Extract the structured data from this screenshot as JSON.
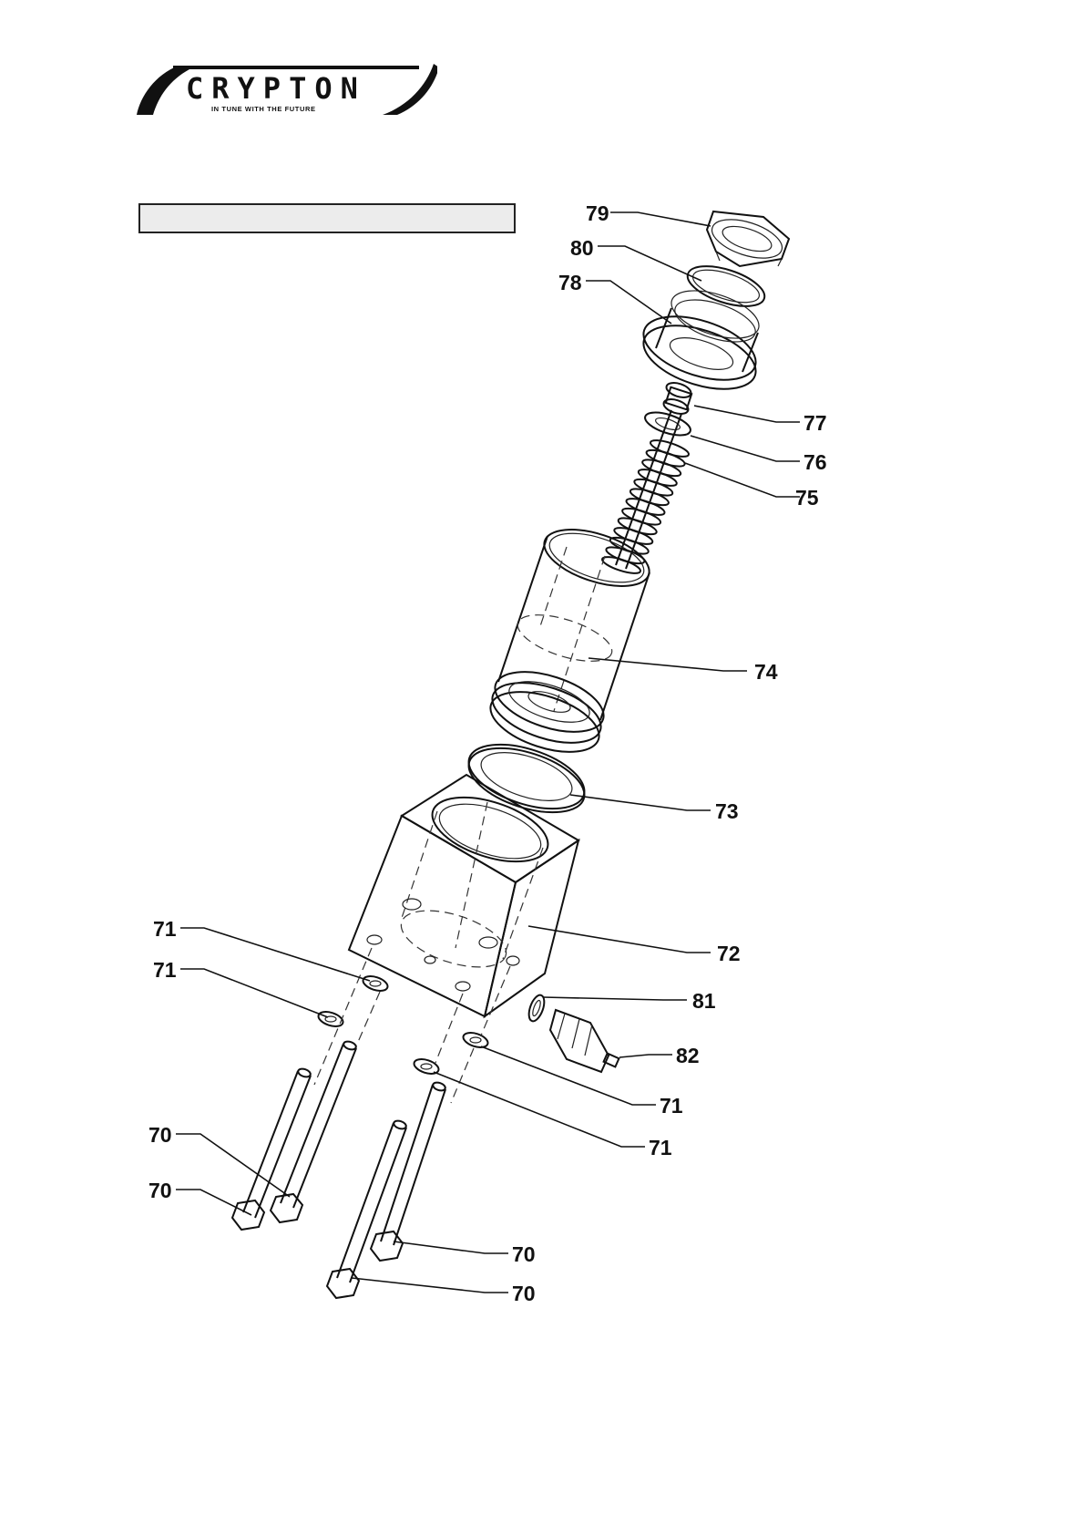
{
  "header": {
    "brand": "CRYPTON",
    "tagline": "IN TUNE WITH THE FUTURE",
    "title_box_text": ""
  },
  "callouts": [
    {
      "id": "c79",
      "label": "79"
    },
    {
      "id": "c80",
      "label": "80"
    },
    {
      "id": "c78",
      "label": "78"
    },
    {
      "id": "c77",
      "label": "77"
    },
    {
      "id": "c76",
      "label": "76"
    },
    {
      "id": "c75",
      "label": "75"
    },
    {
      "id": "c74",
      "label": "74"
    },
    {
      "id": "c73",
      "label": "73"
    },
    {
      "id": "c72",
      "label": "72"
    },
    {
      "id": "c81",
      "label": "81"
    },
    {
      "id": "c82",
      "label": "82"
    },
    {
      "id": "c71a",
      "label": "71"
    },
    {
      "id": "c71b",
      "label": "71"
    },
    {
      "id": "c71c",
      "label": "71"
    },
    {
      "id": "c71d",
      "label": "71"
    },
    {
      "id": "c70a",
      "label": "70"
    },
    {
      "id": "c70b",
      "label": "70"
    },
    {
      "id": "c70c",
      "label": "70"
    },
    {
      "id": "c70d",
      "label": "70"
    }
  ]
}
